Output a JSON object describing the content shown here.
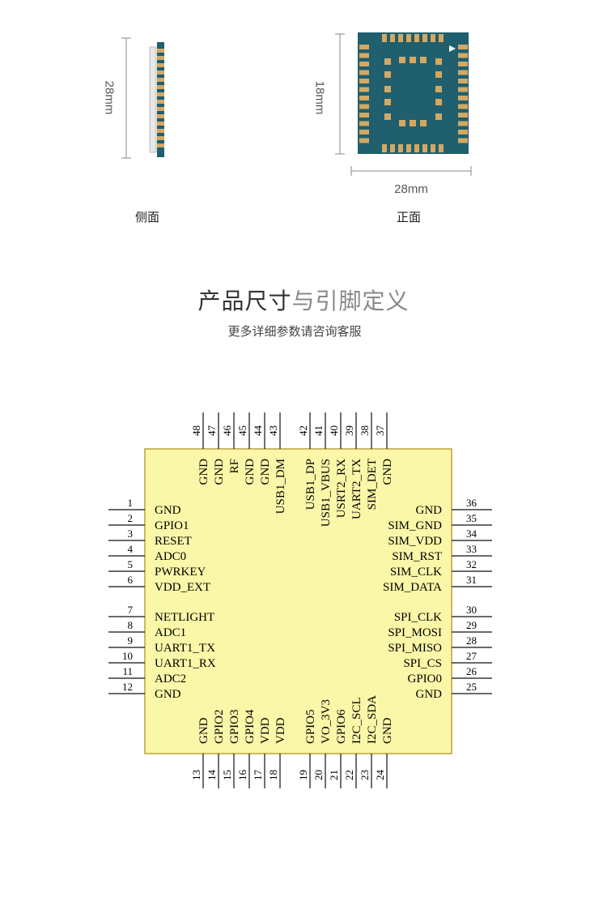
{
  "dims": {
    "side_height": "28mm",
    "front_height": "18mm",
    "front_width": "28mm"
  },
  "captions": {
    "side": "侧面",
    "front": "正面"
  },
  "heading": {
    "part1": "产品尺寸",
    "part2": "与引脚定义",
    "subtitle": "更多详细参数请咨询客服"
  },
  "colors": {
    "module_body": "#1f5f6e",
    "pad": "#d4a862",
    "chip_fill": "#fbf7a8",
    "chip_border": "#b9a23a"
  },
  "pins": {
    "left": [
      {
        "num": "1",
        "name": "GND"
      },
      {
        "num": "2",
        "name": "GPIO1"
      },
      {
        "num": "3",
        "name": "RESET"
      },
      {
        "num": "4",
        "name": "ADC0"
      },
      {
        "num": "5",
        "name": "PWRKEY"
      },
      {
        "num": "6",
        "name": "VDD_EXT"
      },
      {
        "num": "7",
        "name": "NETLIGHT"
      },
      {
        "num": "8",
        "name": "ADC1"
      },
      {
        "num": "9",
        "name": "UART1_TX"
      },
      {
        "num": "10",
        "name": "UART1_RX"
      },
      {
        "num": "11",
        "name": "ADC2"
      },
      {
        "num": "12",
        "name": "GND"
      }
    ],
    "bottom": [
      {
        "num": "13",
        "name": "GND"
      },
      {
        "num": "14",
        "name": "GPIO2"
      },
      {
        "num": "15",
        "name": "GPIO3"
      },
      {
        "num": "16",
        "name": "GPIO4"
      },
      {
        "num": "17",
        "name": "VDD"
      },
      {
        "num": "18",
        "name": "VDD"
      },
      {
        "num": "19",
        "name": "GPIO5"
      },
      {
        "num": "20",
        "name": "VO_3V3"
      },
      {
        "num": "21",
        "name": "GPIO6"
      },
      {
        "num": "22",
        "name": "I2C_SCL"
      },
      {
        "num": "23",
        "name": "I2C_SDA"
      },
      {
        "num": "24",
        "name": "GND"
      }
    ],
    "right": [
      {
        "num": "25",
        "name": "GND"
      },
      {
        "num": "26",
        "name": "GPIO0"
      },
      {
        "num": "27",
        "name": "SPI_CS"
      },
      {
        "num": "28",
        "name": "SPI_MISO"
      },
      {
        "num": "29",
        "name": "SPI_MOSI"
      },
      {
        "num": "30",
        "name": "SPI_CLK"
      },
      {
        "num": "31",
        "name": "SIM_DATA"
      },
      {
        "num": "32",
        "name": "SIM_CLK"
      },
      {
        "num": "33",
        "name": "SIM_RST"
      },
      {
        "num": "34",
        "name": "SIM_VDD"
      },
      {
        "num": "35",
        "name": "SIM_GND"
      },
      {
        "num": "36",
        "name": "GND"
      }
    ],
    "top": [
      {
        "num": "37",
        "name": "GND"
      },
      {
        "num": "38",
        "name": "SIM_DET"
      },
      {
        "num": "39",
        "name": "UART2_TX"
      },
      {
        "num": "40",
        "name": "USRT2_RX"
      },
      {
        "num": "41",
        "name": "USB1_VBUS"
      },
      {
        "num": "42",
        "name": "USB1_DP"
      },
      {
        "num": "43",
        "name": "USB1_DM"
      },
      {
        "num": "44",
        "name": "GND"
      },
      {
        "num": "45",
        "name": "GND"
      },
      {
        "num": "46",
        "name": "RF"
      },
      {
        "num": "47",
        "name": "GND"
      },
      {
        "num": "48",
        "name": "GND"
      }
    ]
  }
}
